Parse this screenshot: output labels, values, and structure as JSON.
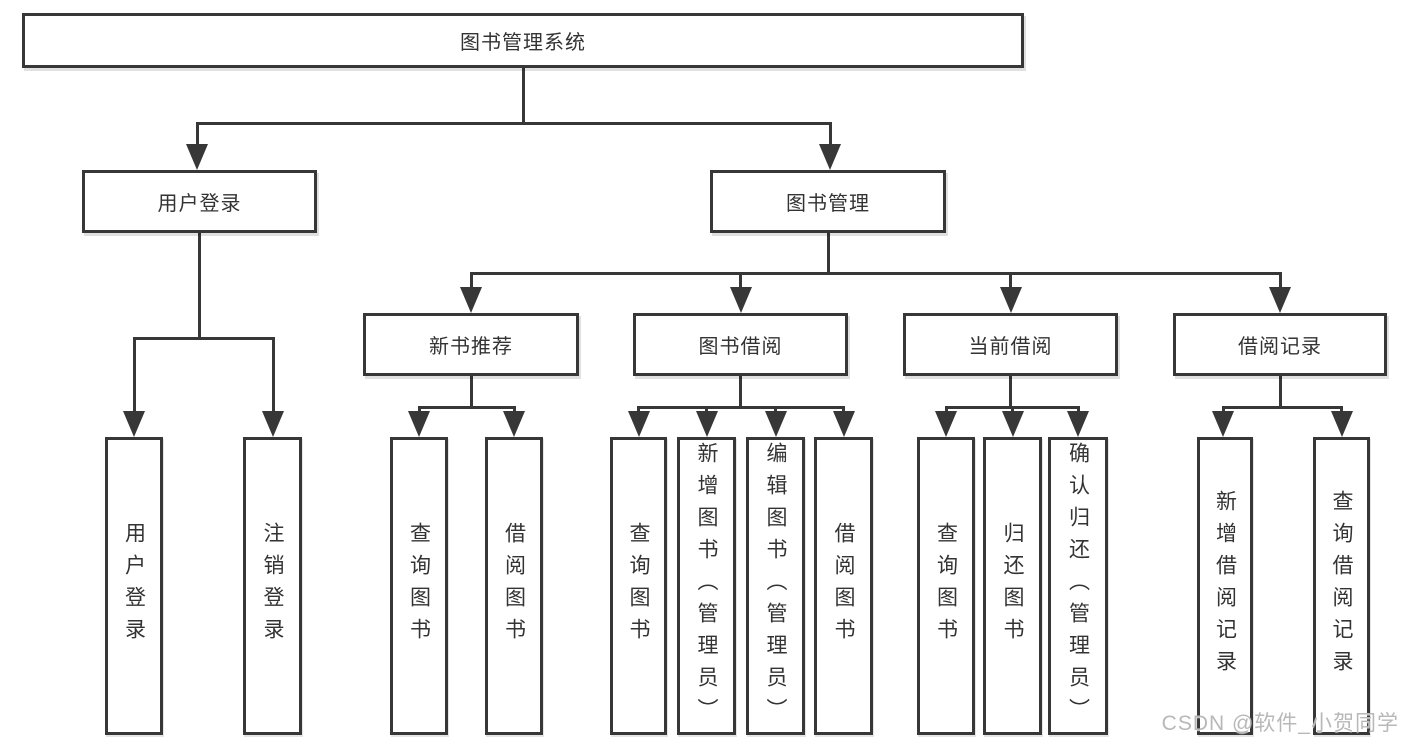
{
  "diagram": {
    "title": "图书管理系统",
    "type": "hierarchy-tree",
    "colors": {
      "line": "#373737",
      "border": "#373737",
      "text": "#333333",
      "background": "#ffffff",
      "watermark": "#b8b8b8"
    }
  },
  "nodes": {
    "root": "图书管理系统",
    "user_login": "用户登录",
    "book_management": "图书管理",
    "new_book_recommend": "新书推荐",
    "book_borrowing": "图书借阅",
    "current_borrowing": "当前借阅",
    "borrowing_records": "借阅记录",
    "leaf_user_login": "用户登录",
    "leaf_logout": "注销登录",
    "leaf_nbr_query_books": "查询图书",
    "leaf_nbr_borrow_books": "借阅图书",
    "leaf_bb_query_books": "查询图书",
    "leaf_bb_add_books": "新增图书（管理员）",
    "leaf_bb_edit_books": "编辑图书（管理员）",
    "leaf_bb_borrow_books": "借阅图书",
    "leaf_cb_query_books": "查询图书",
    "leaf_cb_return_books": "归还图书",
    "leaf_cb_confirm_return": "确认归还（管理员）",
    "leaf_br_add_record": "新增借阅记录",
    "leaf_br_query_record": "查询借阅记录"
  },
  "watermark": "CSDN @软件_小贺同学"
}
